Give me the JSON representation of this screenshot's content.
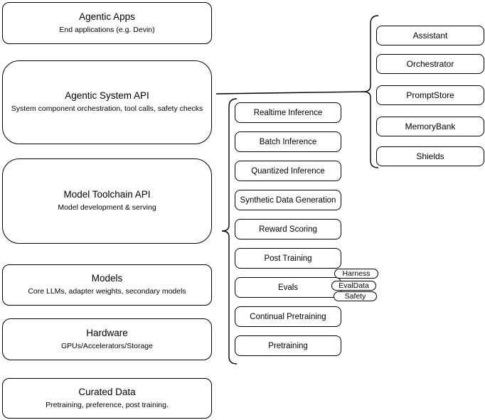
{
  "layers": [
    {
      "title": "Agentic Apps",
      "subtitle": "End applications (e.g. Devin)"
    },
    {
      "title": "Agentic System API",
      "subtitle": "System component orchestration, tool calls, safety checks"
    },
    {
      "title": "Model Toolchain API",
      "subtitle": "Model development & serving"
    },
    {
      "title": "Models",
      "subtitle": "Core LLMs, adapter weights, secondary models"
    },
    {
      "title": "Hardware",
      "subtitle": "GPUs/Accelerators/Storage"
    },
    {
      "title": "Curated Data",
      "subtitle": "Pretraining, preference, post training."
    }
  ],
  "toolchain_services": [
    "Realtime Inference",
    "Batch Inference",
    "Quantized Inference",
    "Synthetic Data Generation",
    "Reward Scoring",
    "Post Training",
    "Evals",
    "Continual Pretraining",
    "Pretraining"
  ],
  "eval_tags": [
    "Harness",
    "EvalData",
    "Safety"
  ],
  "system_components": [
    "Assistant",
    "Orchestrator",
    "PromptStore",
    "MemoryBank",
    "Shields"
  ],
  "colors": {
    "stroke": "#000000",
    "background": "#ffffff",
    "text": "#000000"
  }
}
